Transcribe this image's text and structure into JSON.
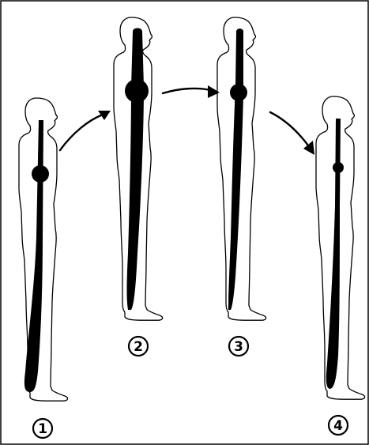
{
  "stages": [
    {
      "number": "1"
    },
    {
      "number": "2"
    },
    {
      "number": "3"
    },
    {
      "number": "4"
    }
  ]
}
